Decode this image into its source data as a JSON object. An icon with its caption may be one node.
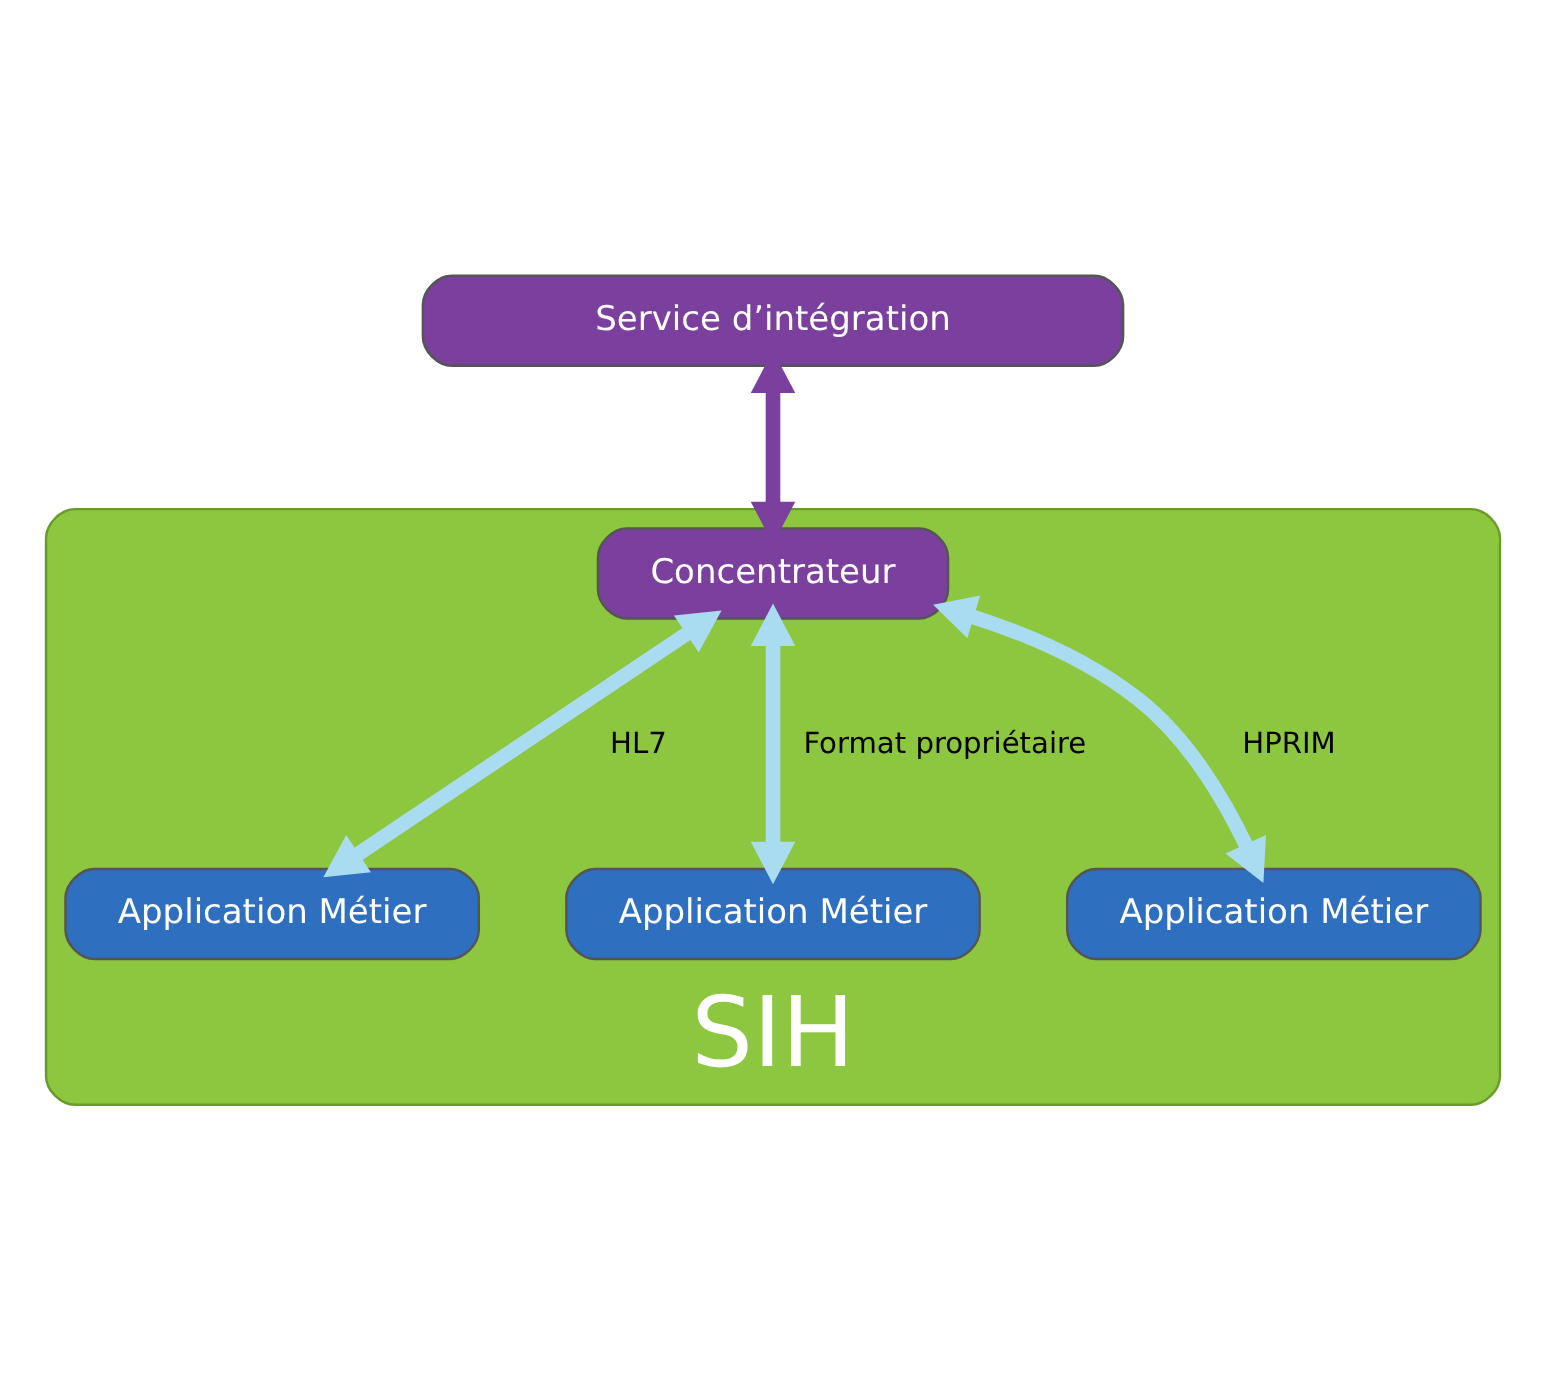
{
  "diagram": {
    "nodes": [
      {
        "text": [
          "Service d’intégration"
        ]
      },
      {
        "text": [
          "SIH"
        ]
      },
      {
        "text": [
          "Concentrateur"
        ],
        "in": 1
      },
      {
        "text": [
          "Application Métier"
        ],
        "in": 1
      },
      {
        "text": [
          "Application Métier"
        ],
        "in": 1
      },
      {
        "text": [
          "Application Métier"
        ],
        "in": 1
      }
    ],
    "edges": [
      {
        "from": 0,
        "to": 2,
        "arrow": "both",
        "color": "#7b3f9e"
      },
      {
        "from": 2,
        "to": 3,
        "arrow": "both",
        "label": "HL7"
      },
      {
        "from": 2,
        "to": 4,
        "arrow": "both",
        "label": "Format propriétaire"
      },
      {
        "from": 2,
        "to": 5,
        "arrow": "both",
        "label": "HPRIM"
      }
    ]
  }
}
